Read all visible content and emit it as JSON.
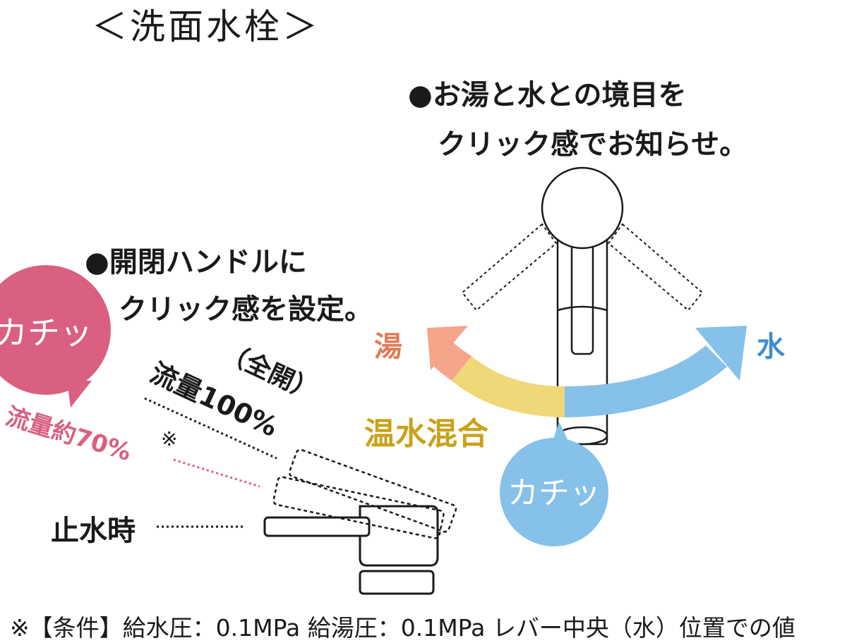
{
  "title": "＜洗面水栓＞",
  "callout_temperature": {
    "line1": "●お湯と水との境目を",
    "line2": "クリック感でお知らせ。"
  },
  "callout_handle": {
    "line1": "●開閉ハンドルに",
    "line2": "クリック感を設定。"
  },
  "bubble_top_left": "カチッ",
  "bubble_bottom": "カチッ",
  "label_hot": "湯",
  "label_cold": "水",
  "label_mixed": "温水混合",
  "label_full_open_paren": "（全開）",
  "label_full_flow": "流量100%",
  "label_flow70": "流量約70%",
  "label_flow70_note_mark": "※",
  "label_stop": "止水時",
  "footnote": "※【条件】給水圧：0.1MPa 給湯圧：0.1MPa レバー中央（水）位置での値",
  "colors": {
    "hot": "#f4a58a",
    "hot_label": "#e07c57",
    "mixed": "#f0d778",
    "mixed_label": "#c9a21a",
    "cold": "#85c1e9",
    "cold_label": "#3e8ccf",
    "pink": "#d9607f",
    "black": "#1a1a1a"
  }
}
